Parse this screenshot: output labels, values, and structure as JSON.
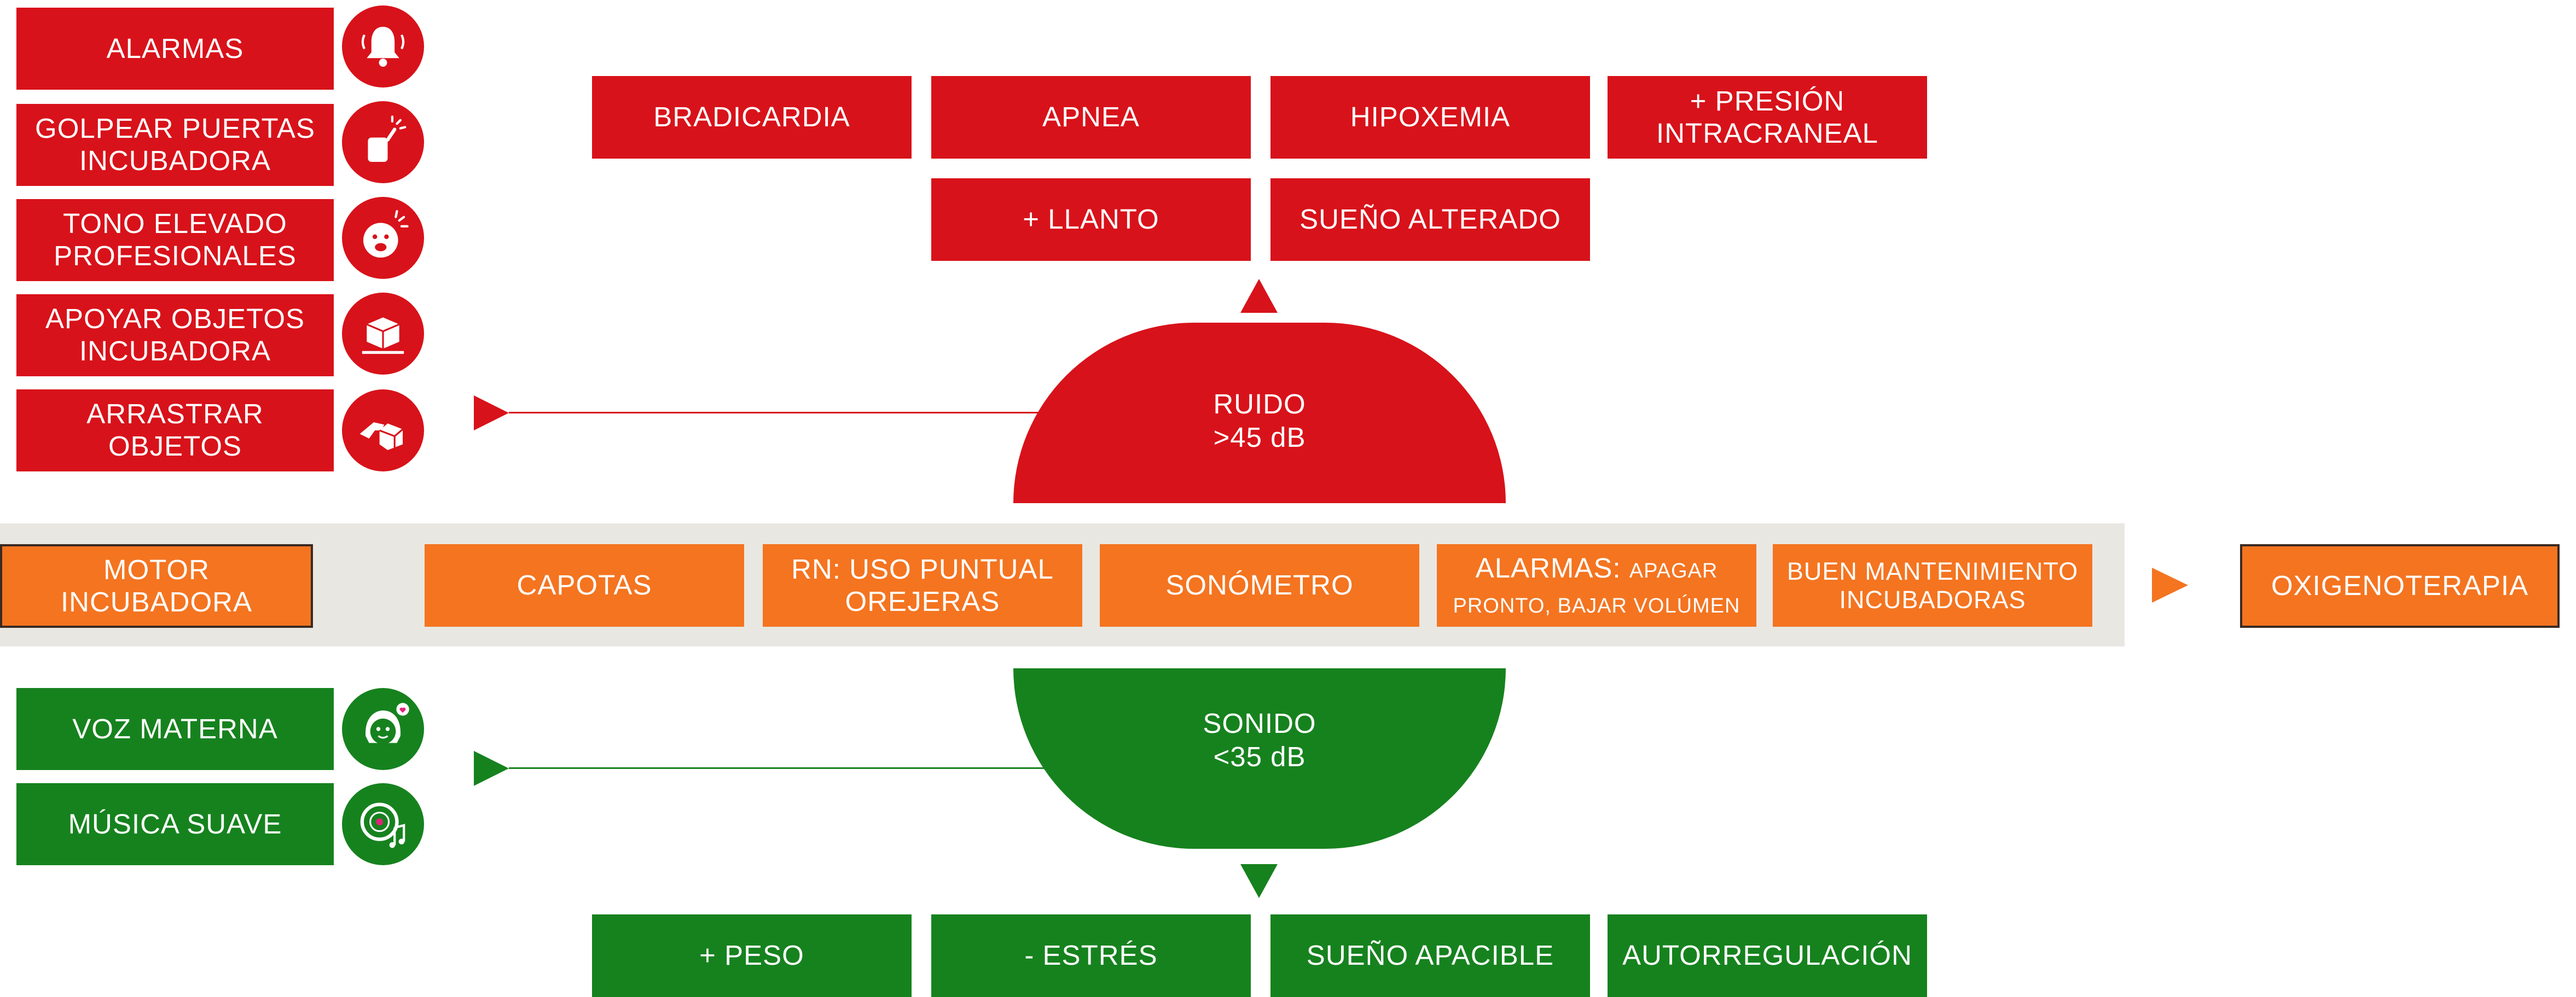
{
  "colors": {
    "red": "#d8121a",
    "green": "#16821e",
    "orange": "#f47420",
    "band": "#e9e7e2"
  },
  "causes": [
    {
      "label": "ALARMAS",
      "icon": "bell-icon"
    },
    {
      "label": "GOLPEAR PUERTAS INCUBADORA",
      "icon": "hand-knocking-icon"
    },
    {
      "label": "TONO ELEVADO PROFESIONALES",
      "icon": "shouting-face-icon"
    },
    {
      "label": "APOYAR OBJETOS INCUBADORA",
      "icon": "box-on-surface-icon"
    },
    {
      "label": "ARRASTRAR OBJETOS",
      "icon": "hand-pushing-box-icon"
    }
  ],
  "positive_sources": [
    {
      "label": "VOZ MATERNA",
      "icon": "mother-face-icon"
    },
    {
      "label": "MÚSICA SUAVE",
      "icon": "music-disc-icon"
    }
  ],
  "noise": {
    "title": "RUIDO",
    "level": ">45 dB"
  },
  "sound": {
    "title": "SONIDO",
    "level": "<35 dB"
  },
  "negative_effects_row1": [
    "BRADICARDIA",
    "APNEA",
    "HIPOXEMIA",
    "+ PRESIÓN INTRACRANEAL"
  ],
  "negative_effects_row2": [
    "+ LLANTO",
    "SUEÑO ALTERADO"
  ],
  "positive_effects": [
    "+ PESO",
    "- ESTRÉS",
    "SUEÑO APACIBLE",
    "AUTORREGULACIÓN"
  ],
  "measures": {
    "motor": "MOTOR INCUBADORA",
    "capotas": "CAPOTAS",
    "orejeras": "RN: USO PUNTUAL OREJERAS",
    "sonometro": "SONÓMETRO",
    "alarmas_title": "ALARMAS:",
    "alarmas_detail": "APAGAR PRONTO, BAJAR VOLÚMEN",
    "mantenimiento": "BUEN MANTENIMIENTO INCUBADORAS",
    "oxigenoterapia": "OXIGENOTERAPIA"
  }
}
